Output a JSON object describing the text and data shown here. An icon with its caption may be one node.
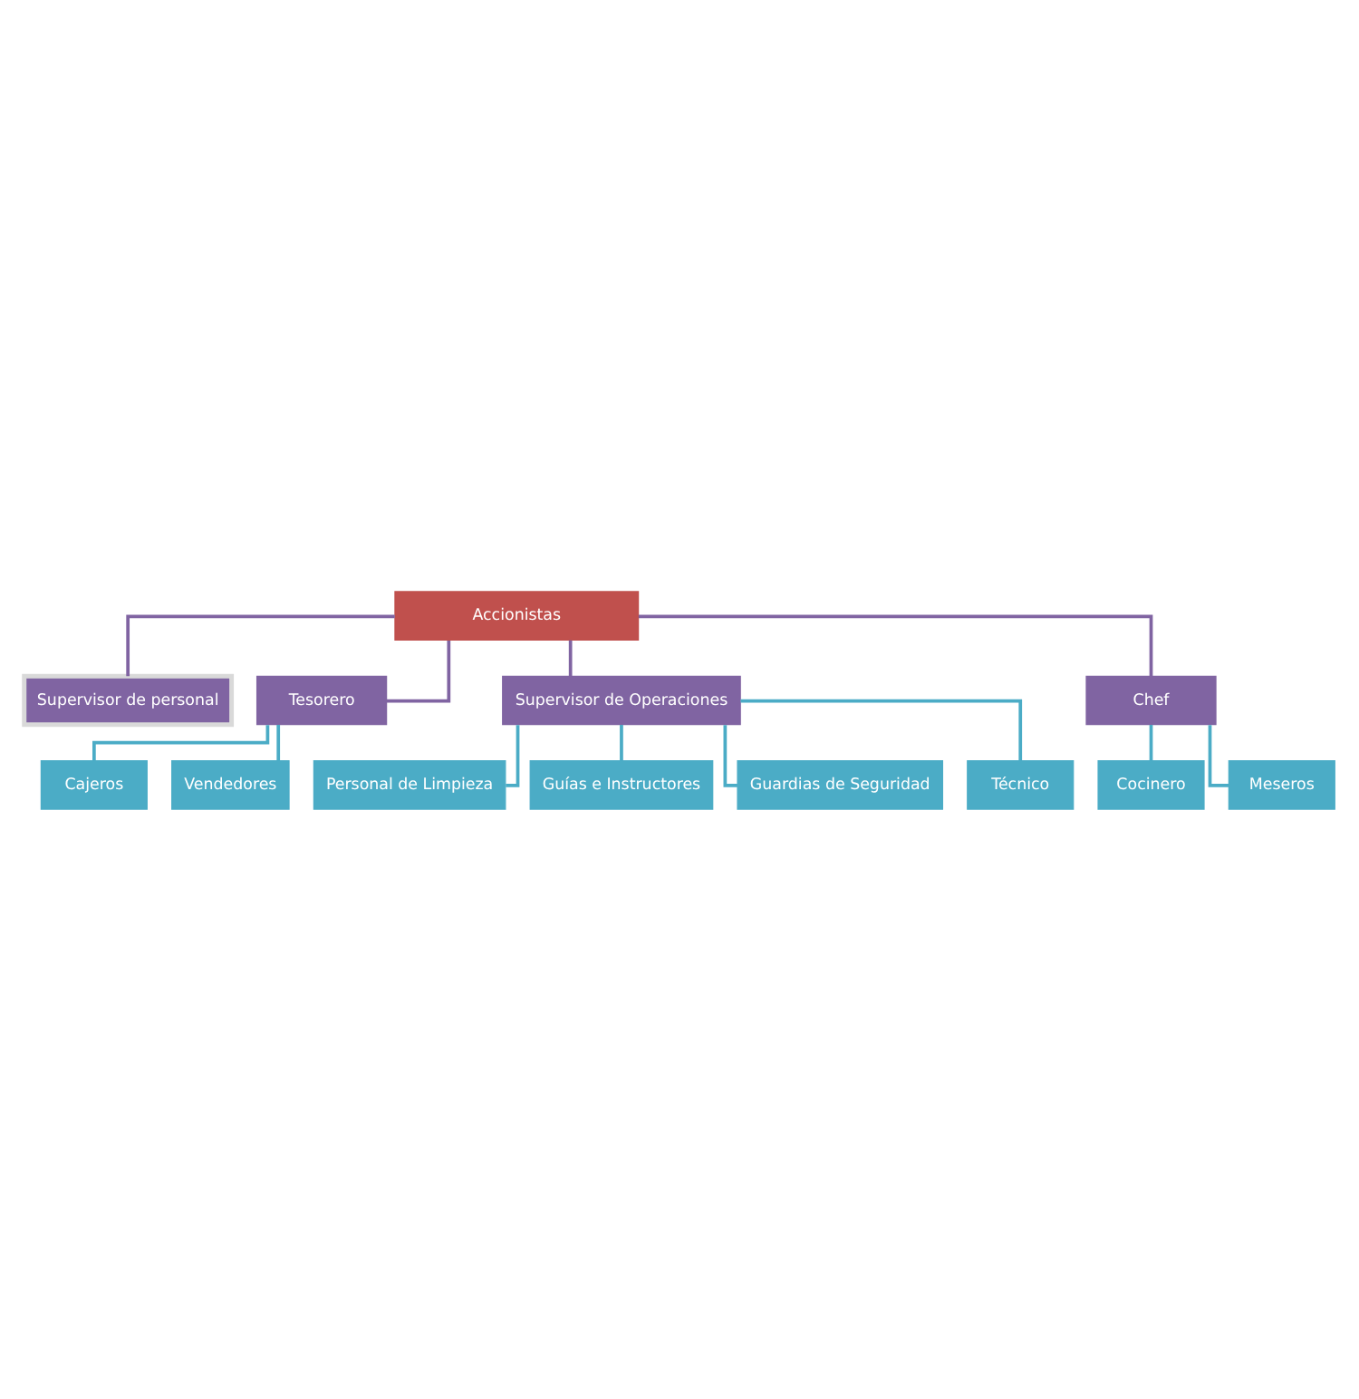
{
  "diagram": {
    "nodes": [
      {
        "text": [
          "Accionistas"
        ]
      },
      {
        "text": [
          "Supervisor de personal"
        ]
      },
      {
        "text": [
          "Tesorero"
        ]
      },
      {
        "text": [
          "Supervisor de Operaciones"
        ]
      },
      {
        "text": [
          "Chef"
        ]
      },
      {
        "text": [
          "Cajeros"
        ]
      },
      {
        "text": [
          "Vendedores"
        ]
      },
      {
        "text": [
          "Personal de Limpieza"
        ]
      },
      {
        "text": [
          "Guías e Instructores"
        ]
      },
      {
        "text": [
          "Guardias de Seguridad"
        ]
      },
      {
        "text": [
          "Técnico"
        ]
      },
      {
        "text": [
          "Cocinero"
        ]
      },
      {
        "text": [
          "Meseros"
        ]
      }
    ],
    "edges": [
      {
        "from": 0,
        "to": 1,
        "arrow": "none",
        "color": "#8064a2"
      },
      {
        "from": 0,
        "to": 2,
        "arrow": "none",
        "color": "#8064a2"
      },
      {
        "from": 0,
        "to": 3,
        "arrow": "none",
        "color": "#8064a2"
      },
      {
        "from": 0,
        "to": 4,
        "arrow": "none",
        "color": "#8064a2"
      },
      {
        "from": 2,
        "to": 5,
        "arrow": "none"
      },
      {
        "from": 2,
        "to": 6,
        "arrow": "none"
      },
      {
        "from": 3,
        "to": 7,
        "arrow": "none"
      },
      {
        "from": 3,
        "to": 8,
        "arrow": "none"
      },
      {
        "from": 3,
        "to": 9,
        "arrow": "none"
      },
      {
        "from": 3,
        "to": 10,
        "arrow": "none"
      },
      {
        "from": 4,
        "to": 11,
        "arrow": "none"
      },
      {
        "from": 4,
        "to": 12,
        "arrow": "none"
      }
    ]
  }
}
